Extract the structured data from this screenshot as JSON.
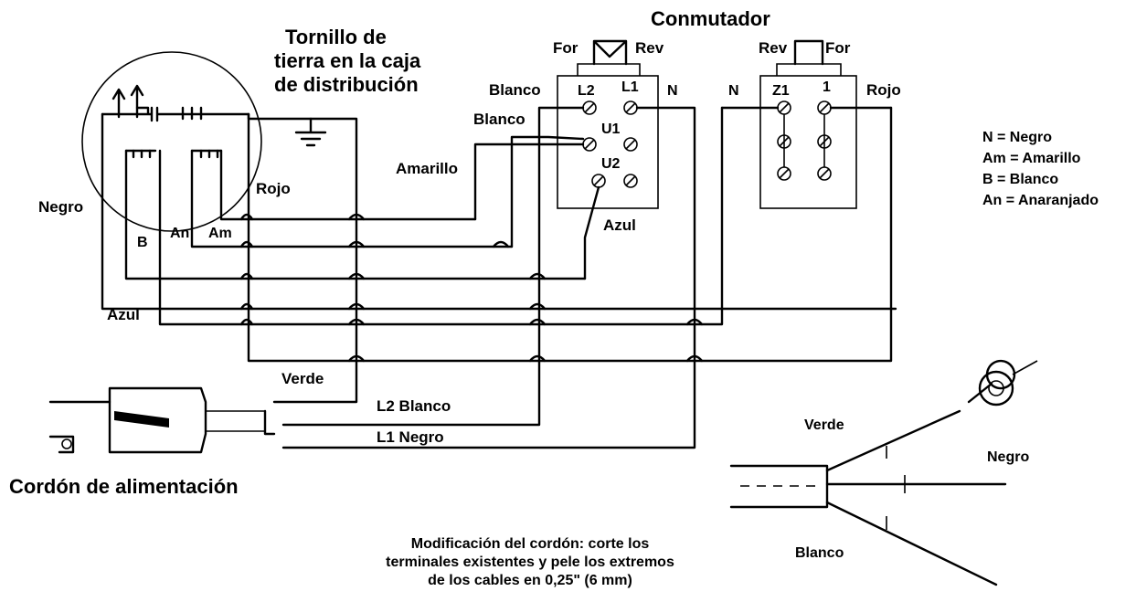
{
  "labels": {
    "conmutador": "Conmutador",
    "tornillo_1": "Tornillo de",
    "tornillo_2": "tierra en la caja",
    "tornillo_3": "de distribución",
    "for_left": "For",
    "rev_left": "Rev",
    "rev_right": "Rev",
    "for_right": "For",
    "blanco_1": "Blanco",
    "blanco_2": "Blanco",
    "amarillo": "Amarillo",
    "l2": "L2",
    "l1": "L1",
    "n_left": "N",
    "n_right": "N",
    "z1": "Z1",
    "one": "1",
    "rojo_right": "Rojo",
    "u1": "U1",
    "u2": "U2",
    "azul_right": "Azul",
    "negro_left": "Negro",
    "rojo_left": "Rojo",
    "b": "B",
    "an": "An",
    "am": "Am",
    "azul_left": "Azul",
    "verde": "Verde",
    "l2_blanco": "L2 Blanco",
    "l1_negro": "L1 Negro",
    "cordon": "Cordón de alimentación",
    "verde_r": "Verde",
    "negro_r": "Negro",
    "blanco_r": "Blanco",
    "mod_1": "Modificación del cordón: corte los",
    "mod_2": "terminales existentes y pele los extremos",
    "mod_3": "de los cables en 0,25\" (6 mm)"
  },
  "legend": [
    "N = Negro",
    "Am = Amarillo",
    "B = Blanco",
    "An = Anaranjado"
  ],
  "icons": [
    "ground-icon",
    "plug-icon",
    "motor-circle-icon",
    "wire-end-detail-icon"
  ]
}
